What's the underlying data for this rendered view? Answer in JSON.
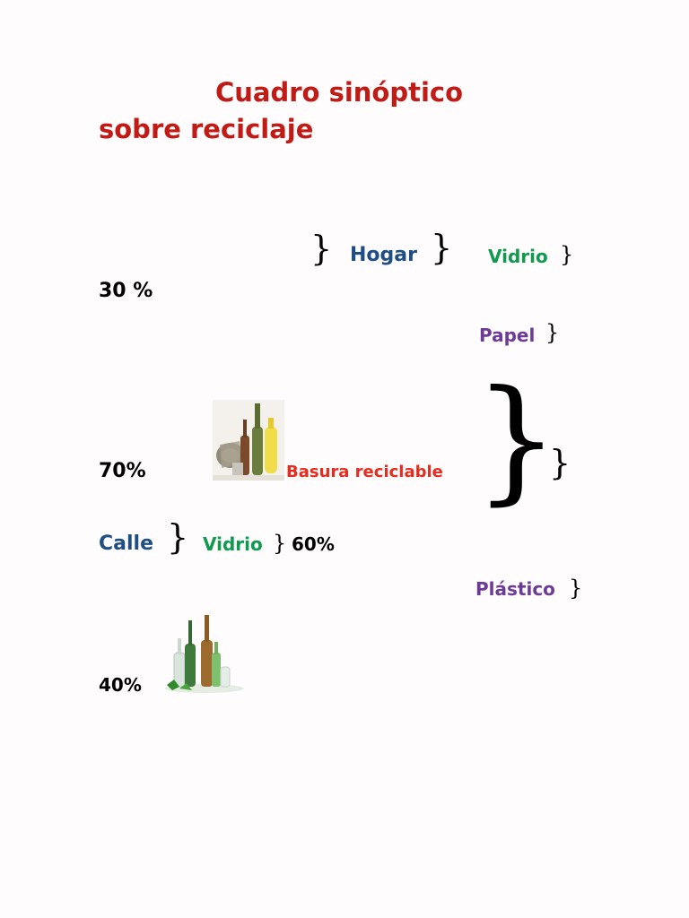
{
  "title": {
    "line1": "Cuadro sinóptico",
    "line2": "sobre reciclaje"
  },
  "percentages": {
    "p30": "30 %",
    "p70": "70%",
    "p60": "60%",
    "p40": "40%"
  },
  "categories": {
    "hogar": "Hogar",
    "calle": "Calle",
    "basura": "Basura reciclable"
  },
  "materials": {
    "vidrio_hogar": "Vidrio",
    "papel": "Papel",
    "vidrio_calle": "Vidrio",
    "plastico": "Plástico"
  },
  "braces": {
    "closing": "}"
  },
  "images": {
    "recyclables": "mixed-recyclables-image",
    "glass_bottles": "glass-bottles-image"
  },
  "colors": {
    "title": "#c21a14",
    "category": "#1f4e85",
    "vidrio": "#0f9a4e",
    "material": "#6e3a97",
    "basura": "#e52c1f"
  }
}
